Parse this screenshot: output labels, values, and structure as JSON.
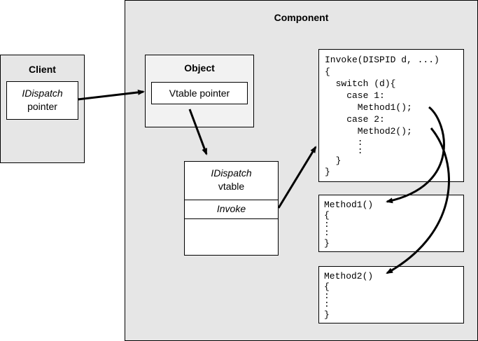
{
  "client": {
    "title": "Client",
    "iface": "IDispatch",
    "ptr": "pointer"
  },
  "component": {
    "title": "Component"
  },
  "object": {
    "title": "Object",
    "vtable_ptr": "Vtable pointer"
  },
  "vtable": {
    "iface": "IDispatch",
    "word": "vtable",
    "invoke": "Invoke"
  },
  "invoke_code": {
    "lines": [
      "Invoke(DISPID d, ...)",
      "{",
      "  switch (d){",
      "    case 1:",
      "      Method1();",
      "    case 2:",
      "      Method2();",
      "      :",
      "      :",
      "  }",
      "}"
    ]
  },
  "method1_code": {
    "lines": [
      "Method1()",
      "{",
      ":",
      ":",
      "}"
    ]
  },
  "method2_code": {
    "lines": [
      "Method2()",
      "{",
      ":",
      ":",
      "}"
    ]
  }
}
